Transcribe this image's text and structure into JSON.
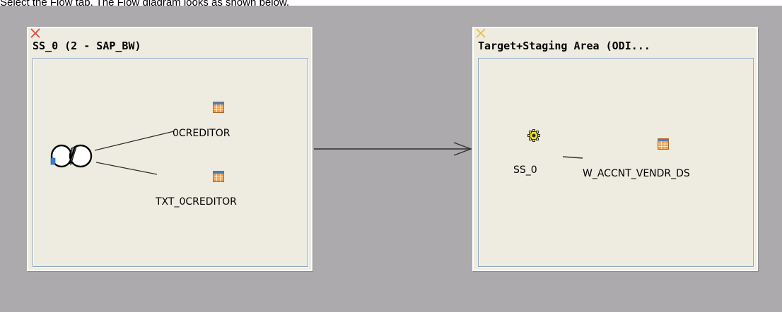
{
  "caption": "Select the Flow tab. The Flow diagram looks as shown below,",
  "source_panel": {
    "title": "SS_0 (2 - SAP_BW)",
    "status_icon": "red-x-icon",
    "tables": [
      {
        "label": "0CREDITOR",
        "icon": "table-icon"
      },
      {
        "label": "TXT_0CREDITOR",
        "icon": "table-icon"
      }
    ],
    "join_icon": "join-icon"
  },
  "target_panel": {
    "title": "Target+Staging Area (ODI...",
    "status_icon": "yellow-x-icon",
    "source_set": {
      "label": "SS_0",
      "icon": "gear-icon"
    },
    "target_table": {
      "label": "W_ACCNT_VENDR_DS",
      "icon": "table-icon"
    }
  },
  "colors": {
    "canvas": "#acaaac",
    "panel": "#eeebe0",
    "inner_border": "#8da4c0",
    "error_x": "#e04040",
    "warning_x": "#e8c040",
    "table_icon_fill": "#f0a050",
    "table_icon_header": "#4a7fc0",
    "gear_fill": "#f0e020"
  }
}
